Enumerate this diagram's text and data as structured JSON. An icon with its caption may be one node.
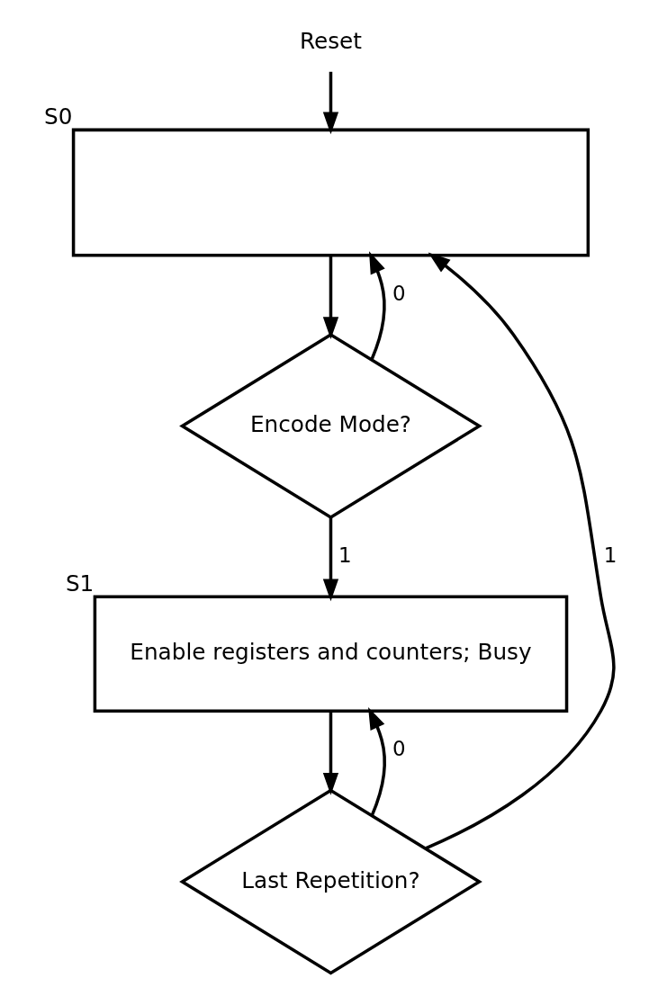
{
  "diagram": {
    "nodes": [
      {
        "text": [
          "Reset"
        ]
      },
      {
        "text": [],
        "shape": "box",
        "beside": [
          "S0"
        ]
      },
      {
        "text": [
          "Encode Mode?"
        ]
      },
      {
        "text": [
          "Enable registers and counters; Busy"
        ],
        "beside": [
          "S1"
        ]
      },
      {
        "text": [
          "Last Repetition?"
        ]
      }
    ],
    "edges": [
      {
        "from": 0,
        "to": 1,
        "arrow": "to"
      },
      {
        "from": 1,
        "to": 2,
        "arrow": "to"
      },
      {
        "from": 2,
        "to": 1,
        "arrow": "to",
        "label": "0"
      },
      {
        "from": 2,
        "to": 3,
        "arrow": "to",
        "label": "1"
      },
      {
        "from": 3,
        "to": 4,
        "arrow": "to"
      },
      {
        "from": 4,
        "to": 3,
        "arrow": "to",
        "label": "0"
      },
      {
        "from": 4,
        "to": 1,
        "arrow": "to",
        "label": "1"
      }
    ]
  }
}
